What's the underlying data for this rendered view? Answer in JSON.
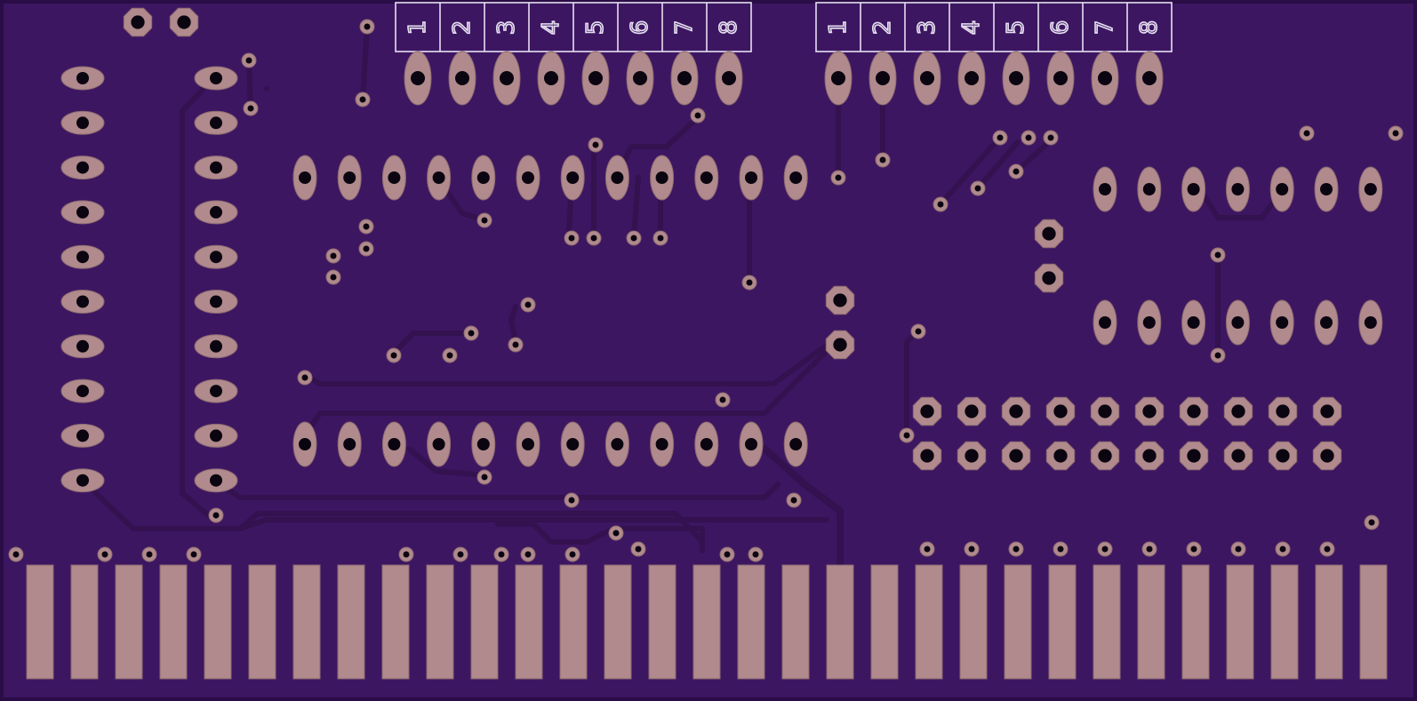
{
  "colors": {
    "board": "#3d1662",
    "board_edge": "#2a0d46",
    "trace": "#34114f",
    "pad": "#b08a8c",
    "pad_stroke": "#8c6a70",
    "drill": "#0a0510",
    "silk": "#e6e0f0"
  },
  "headers": [
    {
      "name": "header-left",
      "labels": [
        "1",
        "2",
        "3",
        "4",
        "5",
        "6",
        "7",
        "8"
      ]
    },
    {
      "name": "header-right",
      "labels": [
        "1",
        "2",
        "3",
        "4",
        "5",
        "6",
        "7",
        "8"
      ]
    }
  ],
  "components": {
    "edge_connector_fingers": 31,
    "dip_left_pins_per_side": 10,
    "dip_middle_pins_per_side": 12,
    "dip_right_pins_per_side": 7,
    "pin_header_2x10_pins": 20
  }
}
